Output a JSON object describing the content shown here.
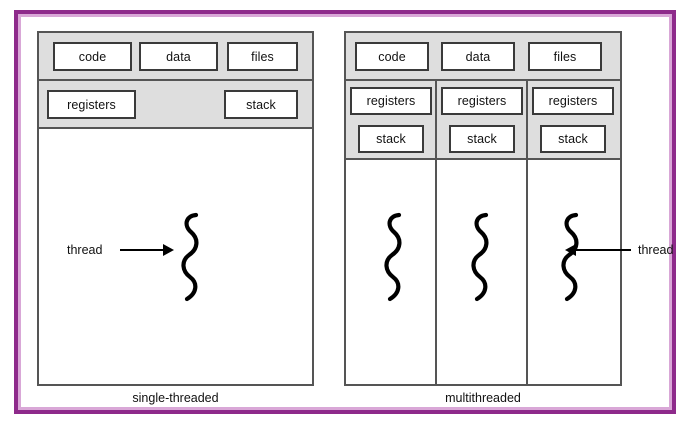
{
  "figure": {
    "frame_color": "#8e2a8b",
    "frame_inner_color": "#d9a7d7",
    "band_color": "#dedede",
    "box_border_color": "#3a3a3a",
    "panel_border_color": "#555555"
  },
  "single_threaded": {
    "caption": "single-threaded",
    "shared_row": [
      {
        "label": "code"
      },
      {
        "label": "data"
      },
      {
        "label": "files"
      }
    ],
    "per_thread_row": [
      {
        "label": "registers"
      },
      {
        "label": "stack"
      }
    ],
    "thread_label": "thread",
    "thread_count": 1
  },
  "multithreaded": {
    "caption": "multithreaded",
    "shared_row": [
      {
        "label": "code"
      },
      {
        "label": "data"
      },
      {
        "label": "files"
      }
    ],
    "columns": [
      {
        "registers": "registers",
        "stack": "stack"
      },
      {
        "registers": "registers",
        "stack": "stack"
      },
      {
        "registers": "registers",
        "stack": "stack"
      }
    ],
    "thread_label": "thread",
    "thread_count": 3
  }
}
